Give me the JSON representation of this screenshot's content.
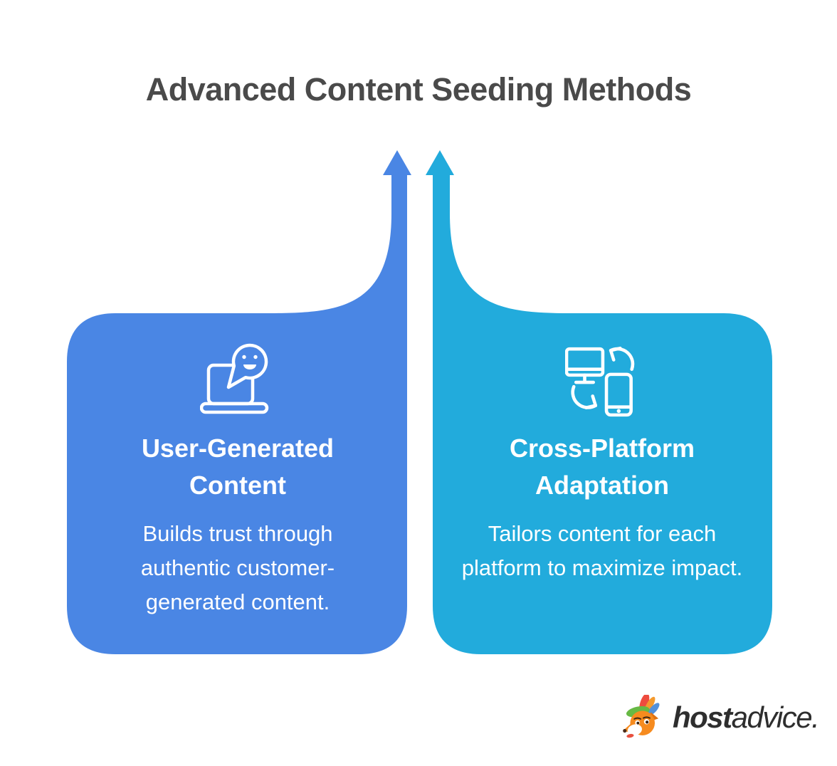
{
  "infographic": {
    "title": "Advanced Content Seeding Methods"
  },
  "cards": [
    {
      "heading": "User-Generated Content",
      "body": "Builds trust through authentic customer-generated content.",
      "icon": "laptop-user-chat-icon",
      "color": "#4a86e4"
    },
    {
      "heading": "Cross-Platform Adaptation",
      "body": "Tailors content for each platform to maximize impact.",
      "icon": "cross-device-sync-icon",
      "color": "#22abdc"
    }
  ],
  "footer": {
    "brand_bold": "host",
    "brand_regular": "advice.",
    "brand_icon": "hostadvice-fox-icon"
  },
  "palette": {
    "left_card": "#4a86e4",
    "right_card": "#22abdc",
    "title_text": "#4a4a4a",
    "card_text": "#ffffff",
    "background": "#ffffff",
    "brand_text": "#2e2e2e"
  }
}
